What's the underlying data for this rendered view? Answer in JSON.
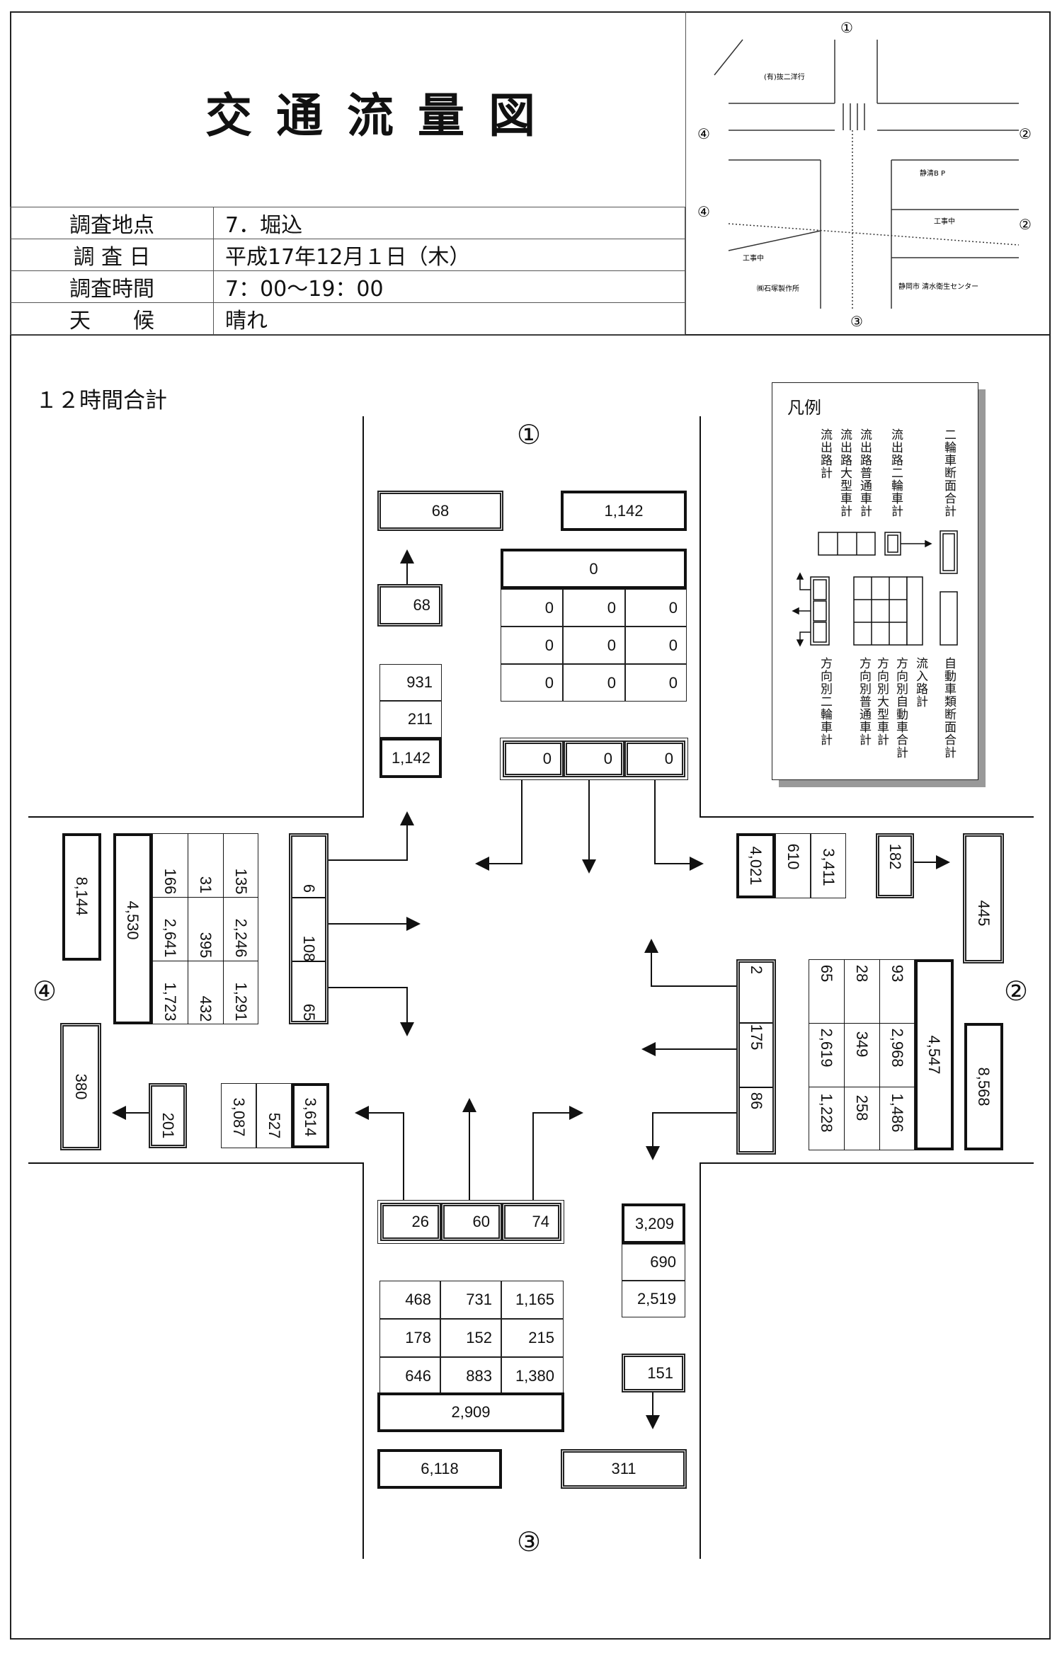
{
  "header": {
    "title": "交通流量図",
    "rows": [
      {
        "label": "調査地点",
        "value": "7．堀込"
      },
      {
        "label": "調 査 日",
        "value": "平成17年12月１日（木）"
      },
      {
        "label": "調査時間",
        "value": "7：00～19：00"
      },
      {
        "label": "天　　候",
        "value": "晴れ"
      }
    ]
  },
  "location_map": {
    "labels": [
      "(有)抜二洋行",
      "静清B P",
      "工事中",
      "工事中",
      "㈱石塚製作所",
      "静岡市 清水衛生センター"
    ],
    "approach_marks": [
      "①",
      "②",
      "③",
      "④",
      "②",
      "④"
    ]
  },
  "subtitle": "１２時間合計",
  "approach_labels": {
    "n": "①",
    "e": "②",
    "s": "③",
    "w": "④"
  },
  "north": {
    "out_motor_total": "68",
    "cross_total": "1,142",
    "in_motor_total": "0",
    "grid": [
      [
        "0",
        "0",
        "0"
      ],
      [
        "0",
        "0",
        "0"
      ],
      [
        "0",
        "0",
        "0"
      ]
    ],
    "bike_turns": [
      "0",
      "0",
      "0"
    ],
    "out_bike": "68",
    "out_stack": [
      "931",
      "211",
      "1,142"
    ]
  },
  "east": {
    "out_stack": [
      "4,021",
      "610",
      "3,411"
    ],
    "out_bike": "182",
    "cross_bike": "445",
    "bike_turns": [
      "2",
      "175",
      "86"
    ],
    "grid": [
      [
        "65",
        "28",
        "93"
      ],
      [
        "2,619",
        "349",
        "2,968"
      ],
      [
        "1,228",
        "258",
        "1,486"
      ]
    ],
    "in_motor_total": "4,547",
    "cross_total": "8,568"
  },
  "south": {
    "bike_turns": [
      "26",
      "60",
      "74"
    ],
    "out_stack": [
      "3,209",
      "690",
      "2,519"
    ],
    "grid": [
      [
        "468",
        "731",
        "1,165"
      ],
      [
        "178",
        "152",
        "215"
      ],
      [
        "646",
        "883",
        "1,380"
      ]
    ],
    "in_motor_total": "2,909",
    "out_bike": "151",
    "cross_total": "6,118",
    "cross_bike": "311"
  },
  "west": {
    "cross_total": "8,144",
    "in_motor_total": "4,530",
    "grid": [
      [
        "166",
        "31",
        "135"
      ],
      [
        "2,641",
        "395",
        "2,246"
      ],
      [
        "1,723",
        "432",
        "1,291"
      ]
    ],
    "bike_turns": [
      "6",
      "108",
      "65"
    ],
    "cross_bike": "380",
    "out_bike": "201",
    "out_stack": [
      "3,087",
      "527",
      "3,614"
    ]
  },
  "legend": {
    "title": "凡例",
    "top_labels": [
      "流出路計",
      "流出路大型車計",
      "流出路普通車計",
      "流出路二輪車計",
      "二輪車断面合計"
    ],
    "bottom_labels": [
      "方向別二輪車計",
      "方向別普通車計",
      "方向別大型車計",
      "方向別自動車合計",
      "流入路計",
      "自動車類断面合計"
    ]
  }
}
